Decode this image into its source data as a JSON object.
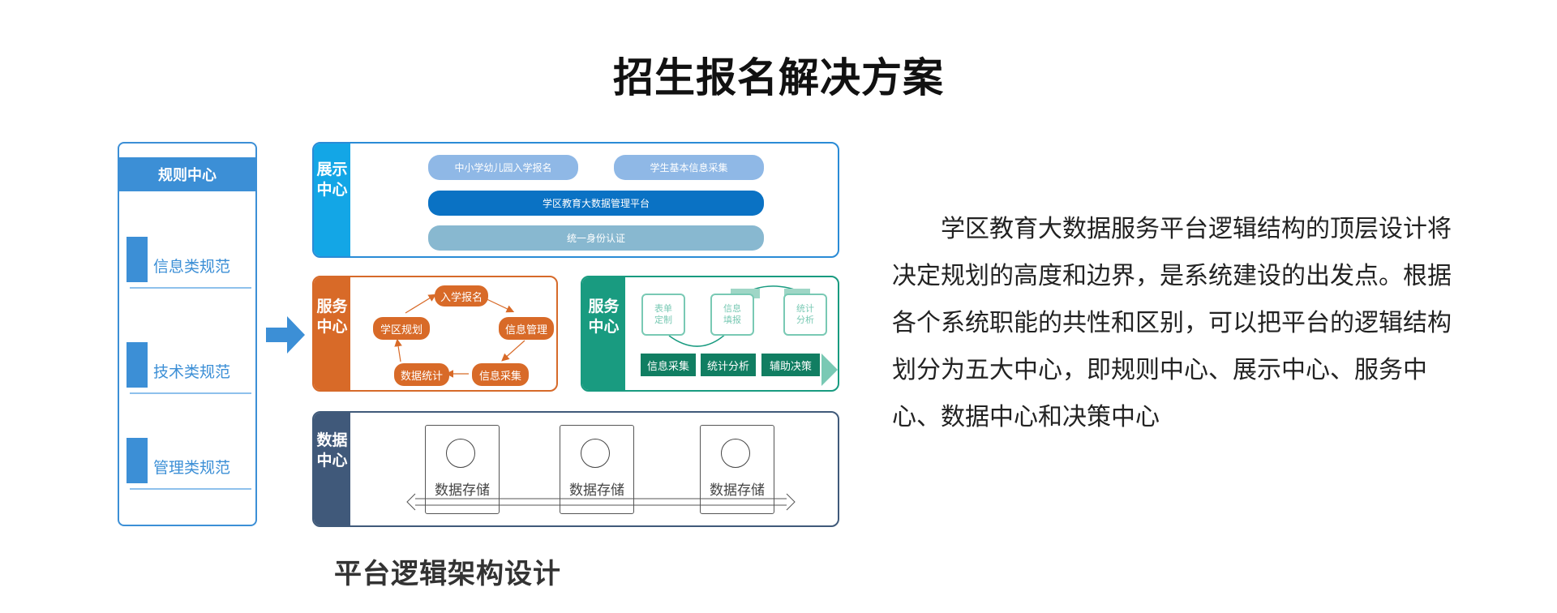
{
  "title": "招生报名解决方案",
  "rule_center": {
    "header": "规则中心",
    "items": [
      "信息类规范",
      "技术类规范",
      "管理类规范"
    ]
  },
  "display_center": {
    "label": "展示中心",
    "pills": [
      "中小学幼儿园入学报名",
      "学生基本信息采集",
      "学区教育大数据管理平台",
      "统一身份认证"
    ],
    "colors": {
      "side": "#13a6e6",
      "pill_light": "#8fb8e6",
      "pill_dark": "#0a72c4",
      "pill_gray": "#88b8d0"
    }
  },
  "service_center_cycle": {
    "label": "服务中心",
    "nodes": [
      "入学报名",
      "信息管理",
      "信息采集",
      "数据统计",
      "学区规划"
    ],
    "color": "#d86a28"
  },
  "service_center_flow": {
    "label": "服务中心",
    "boxes": [
      "表单\n定制",
      "信息\n填报",
      "统计\n分析"
    ],
    "steps": [
      "信息采集",
      "统计分析",
      "辅助决策"
    ],
    "color": "#199b80"
  },
  "data_center": {
    "label": "数据中心",
    "stores": [
      "数据存储",
      "数据存储",
      "数据存储"
    ],
    "color": "#40597a"
  },
  "caption": "平台逻辑架构设计",
  "description": "学区教育大数据服务平台逻辑结构的顶层设计将决定规划的高度和边界，是系统建设的出发点。根据各个系统职能的共性和区别，可以把平台的逻辑结构划分为五大中心，即规则中心、展示中心、服务中心、数据中心和决策中心"
}
